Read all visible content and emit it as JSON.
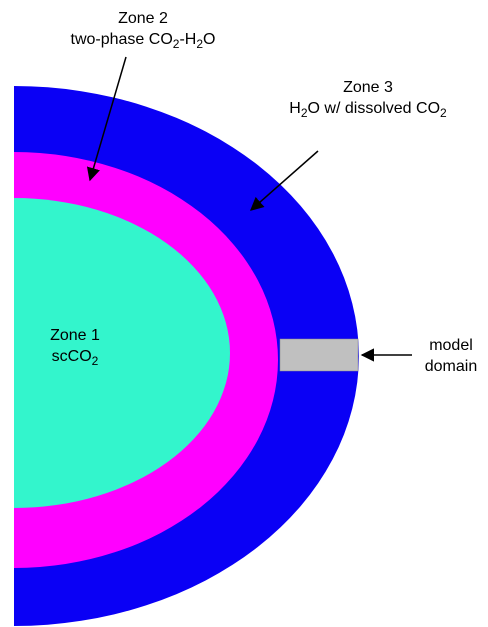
{
  "colors": {
    "zone3_fill": "#0a00f5",
    "zone2_fill": "#ff00ff",
    "zone1_fill": "#33f5cc",
    "model_domain_fill": "#c0c0c0",
    "text": "#000000"
  },
  "labels": {
    "zone2": {
      "line1": "Zone 2",
      "line2_a": "two-phase CO",
      "line2_sub1": "2",
      "line2_b": "-H",
      "line2_sub2": "2",
      "line2_c": "O"
    },
    "zone3": {
      "line1": "Zone 3",
      "line2_a": "H",
      "line2_sub1": "2",
      "line2_b": "O w/ dissolved CO",
      "line2_sub2": "2"
    },
    "zone1": {
      "line1": "Zone 1",
      "line2_a": "scCO",
      "line2_sub1": "2"
    },
    "model_domain": {
      "line1": "model",
      "line2": "domain"
    }
  }
}
